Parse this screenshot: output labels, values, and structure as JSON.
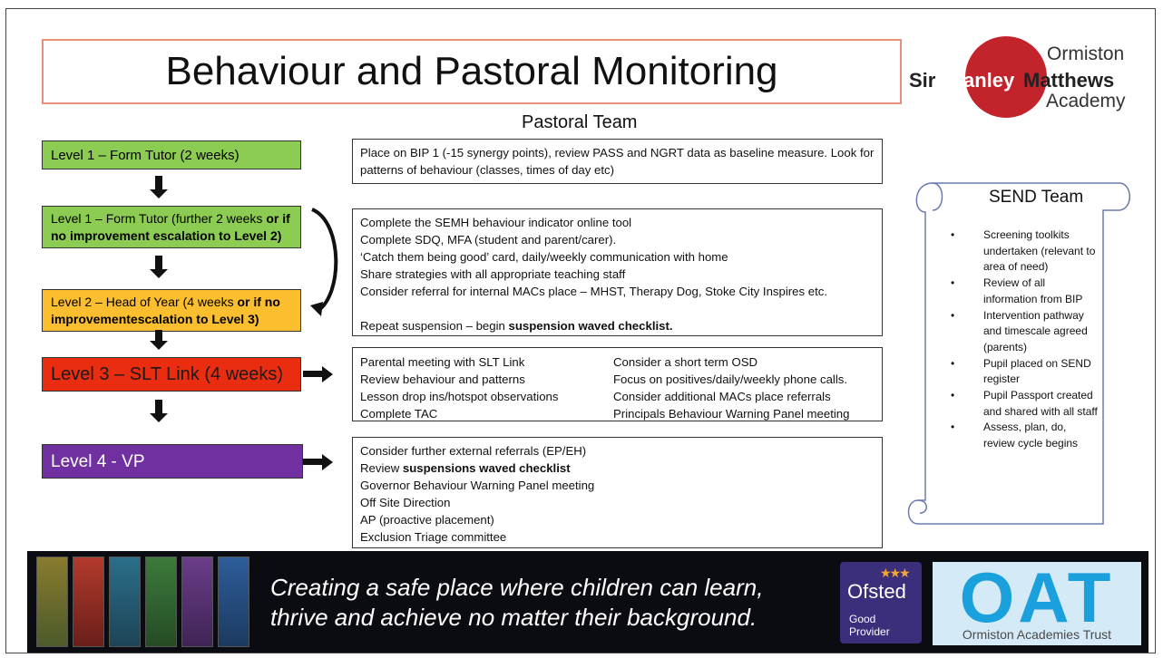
{
  "title": "Behaviour and Pastoral Monitoring",
  "logo": {
    "top": "Ormiston",
    "sir": "Sir",
    "stanley": "Stanley",
    "matthews": "Matthews",
    "bottom": "Academy",
    "color": "#c3242c"
  },
  "pastoral_heading": "Pastoral Team",
  "levels": {
    "l1": "Level 1 – Form Tutor (2 weeks)",
    "l1b_plain": "Level 1 – Form Tutor (further 2 weeks ",
    "l1b_bold": "or if no improvement escalation to Level 2)",
    "l2_plain": "Level 2 – Head of Year (4 weeks ",
    "l2_bold": "or if no improvementescalation to Level 3)",
    "l3": "Level 3 – SLT Link (4 weeks)",
    "l4": "Level 4 - VP"
  },
  "box1": {
    "text": "Place on BIP 1 (-15 synergy points), review PASS and NGRT data as baseline measure. Look for patterns of behaviour (classes, times of day etc)"
  },
  "box2": {
    "lines": [
      "Complete the SEMH behaviour indicator online tool",
      "Complete SDQ, MFA (student and parent/carer).",
      "‘Catch them being good’ card, daily/weekly communication with home",
      "Share strategies with all appropriate teaching staff",
      "Consider referral for internal MACs place – MHST, Therapy Dog, Stoke City Inspires etc."
    ],
    "last_plain": "Repeat suspension – begin ",
    "last_bold": "suspension waved checklist."
  },
  "box3": {
    "left": [
      "Parental meeting with SLT Link",
      "Review behaviour and patterns",
      "Lesson drop ins/hotspot observations",
      "Complete TAC"
    ],
    "right": [
      "Consider a short term OSD",
      "Focus on positives/daily/weekly phone calls.",
      "Consider additional MACs place referrals",
      "Principals Behaviour Warning Panel meeting"
    ]
  },
  "box4": {
    "line1": "Consider further external referrals (EP/EH)",
    "line2_plain": "Review ",
    "line2_bold": "suspensions waved checklist",
    "rest": [
      "Governor Behaviour Warning Panel meeting",
      "Off Site Direction",
      "AP (proactive placement)",
      "Exclusion Triage committee"
    ]
  },
  "send": {
    "title": "SEND Team",
    "items": [
      "Screening toolkits undertaken (relevant to area of need)",
      "Review of all information from BIP",
      "Intervention pathway and timescale agreed (parents)",
      "Pupil placed on SEND register",
      "Pupil Passport created and shared with all staff",
      "Assess, plan, do, review cycle begins"
    ]
  },
  "footer": {
    "tagline_1": "Creating a safe place where children can learn,",
    "tagline_2": "thrive and achieve no matter their background.",
    "ofsted_name": "Ofsted",
    "ofsted_rating": "Good Provider",
    "oat_word": "OAT",
    "oat_sub": "Ormiston Academies Trust"
  },
  "colors": {
    "level1": "#8ccc52",
    "level2": "#fbbe2e",
    "level3": "#ea2d10",
    "level4": "#7030a0"
  }
}
